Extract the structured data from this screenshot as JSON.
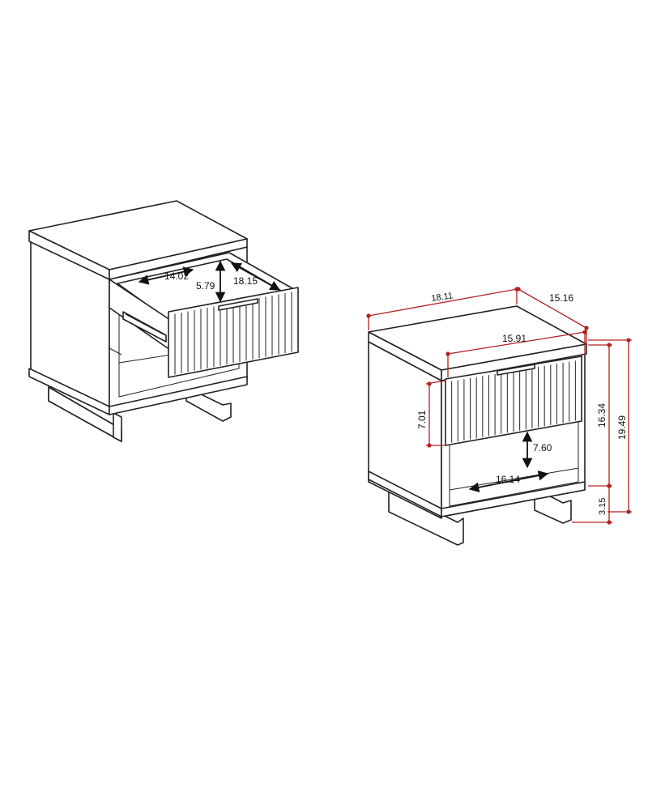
{
  "left_view": {
    "drawer_inner_width": "14.02",
    "drawer_inner_depth": "18.15",
    "drawer_inner_height": "5.79"
  },
  "right_view": {
    "overall_width": "18.11",
    "overall_depth": "15.16",
    "drawer_front_width": "15.91",
    "drawer_front_height": "7.01",
    "shelf_clearance": "7.60",
    "shelf_width": "16.14",
    "body_height": "16.34",
    "overall_height": "19.49",
    "leg_height": "3.15"
  },
  "colors": {
    "outline": "#222222",
    "dimension_line": "#b32020"
  }
}
